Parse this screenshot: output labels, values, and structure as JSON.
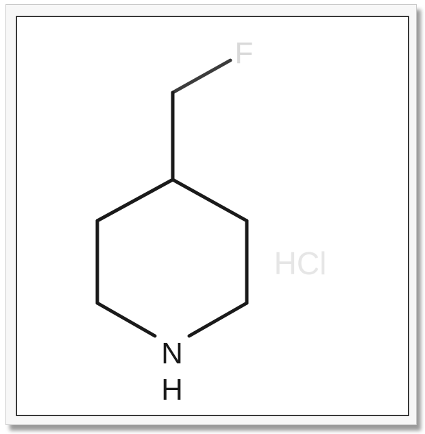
{
  "molecule": {
    "atoms": {
      "fluorine": "F",
      "nitrogen": "N",
      "hydrogen": "H"
    },
    "salt": "HCl"
  },
  "colors": {
    "bond": "#1a1a1a",
    "fluorine_label": "#d9d9d9",
    "nitrogen_label": "#1a1a1a",
    "salt_label": "#e6e6e6",
    "frame_border": "#3a3a3a"
  }
}
